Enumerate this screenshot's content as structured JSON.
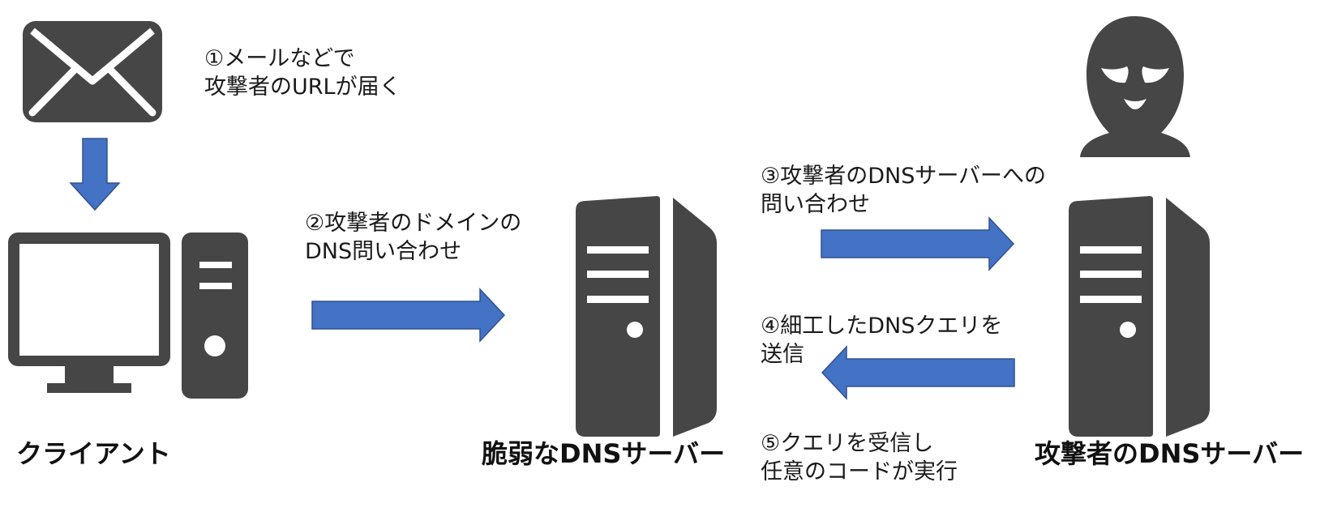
{
  "colors": {
    "icon": "#464646",
    "arrow": "#4472c4",
    "arrow_border": "#2f528f",
    "background": "#ffffff"
  },
  "nodes": {
    "client": {
      "label": "クライアント",
      "icon": "desktop-computer-icon"
    },
    "vulnerable_dns": {
      "label": "脆弱なDNSサーバー",
      "icon": "server-tower-icon"
    },
    "attacker_dns": {
      "label": "攻撃者のDNSサーバー",
      "icon": "server-tower-icon"
    },
    "attacker": {
      "icon": "masked-attacker-icon"
    },
    "mail": {
      "icon": "envelope-icon"
    }
  },
  "steps": {
    "step1": {
      "line1": "①メールなどで",
      "line2": "攻撃者のURLが届く"
    },
    "step2": {
      "line1": "②攻撃者のドメインの",
      "line2": "DNS問い合わせ"
    },
    "step3": {
      "line1": "③攻撃者のDNSサーバーへの",
      "line2": "問い合わせ"
    },
    "step4": {
      "line1": "④細工したDNSクエリを",
      "line2": "送信"
    },
    "step5": {
      "line1": "⑤クエリを受信し",
      "line2": "任意のコードが実行"
    }
  }
}
